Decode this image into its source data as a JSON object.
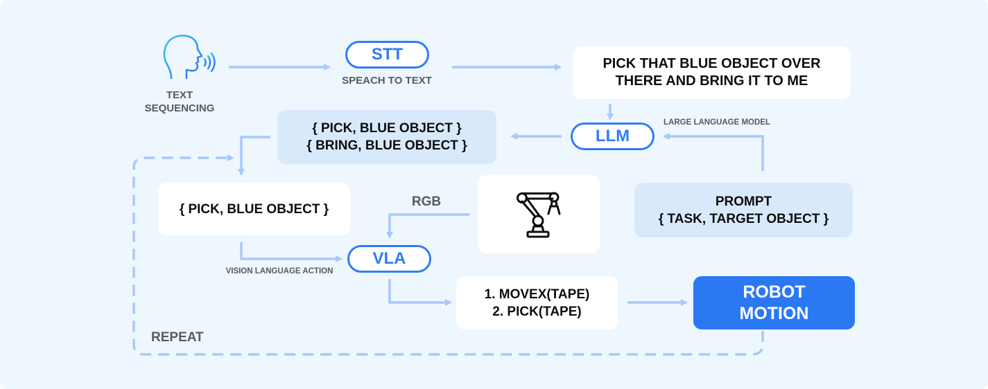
{
  "speaker": {
    "icon": "speaking-head-icon",
    "label_line1": "TEXT",
    "label_line2": "SEQUENCING"
  },
  "stt": {
    "pill": "STT",
    "caption": "SPEACH TO TEXT"
  },
  "utterance": {
    "line1": "PICK THAT BLUE OBJECT OVER",
    "line2": "THERE AND BRING IT TO ME"
  },
  "llm": {
    "pill": "LLM",
    "caption": "LARGE LANGUAGE MODEL"
  },
  "plan": {
    "line1": "{ PICK, BLUE OBJECT }",
    "line2": "{ BRING, BLUE OBJECT }"
  },
  "prompt": {
    "line1": "PROMPT",
    "line2": "{ TASK, TARGET OBJECT }"
  },
  "current_task": {
    "line1": "{ PICK, BLUE OBJECT }"
  },
  "rgb": {
    "label": "RGB"
  },
  "robot_arm": {
    "icon": "robot-arm-icon"
  },
  "vla": {
    "pill": "VLA",
    "caption": "VISION LANGUAGE ACTION"
  },
  "commands": {
    "line1": "1. MOVEX(TAPE)",
    "line2": "2. PICK(TAPE)"
  },
  "robot_motion": {
    "line1": "ROBOT",
    "line2": "MOTION"
  },
  "repeat": {
    "label": "REPEAT"
  },
  "colors": {
    "background": "#eef6fe",
    "accent": "#2f7cf6",
    "arrow": "#a7c9fb",
    "light_box": "#d9e9fc",
    "robot_motion": "#2b78f3"
  }
}
